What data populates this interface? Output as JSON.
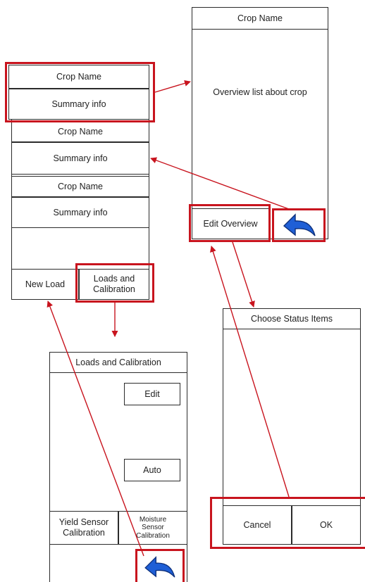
{
  "list_screen": {
    "rows": [
      {
        "title": "Crop Name",
        "summary": "Summary info"
      },
      {
        "title": "Crop Name",
        "summary": "Summary info"
      },
      {
        "title": "Crop Name",
        "summary": "Summary info"
      }
    ],
    "new_load_label": "New Load",
    "loads_calibration_label": "Loads and Calibration"
  },
  "overview_screen": {
    "title": "Crop Name",
    "body": "Overview list about crop",
    "edit_overview_label": "Edit Overview",
    "back_icon": "back-arrow-icon"
  },
  "status_screen": {
    "title": "Choose Status Items",
    "cancel_label": "Cancel",
    "ok_label": "OK"
  },
  "calibration_screen": {
    "title": "Loads and Calibration",
    "edit_label": "Edit",
    "auto_label": "Auto",
    "yield_sensor_label": "Yield Sensor Calibration",
    "moisture_sensor_label": "Moisture Sensor Calibration",
    "back_icon": "back-arrow-icon"
  },
  "colors": {
    "highlight": "#c8141e",
    "back_arrow": "#1f5fd6",
    "border": "#2b2b2b"
  }
}
